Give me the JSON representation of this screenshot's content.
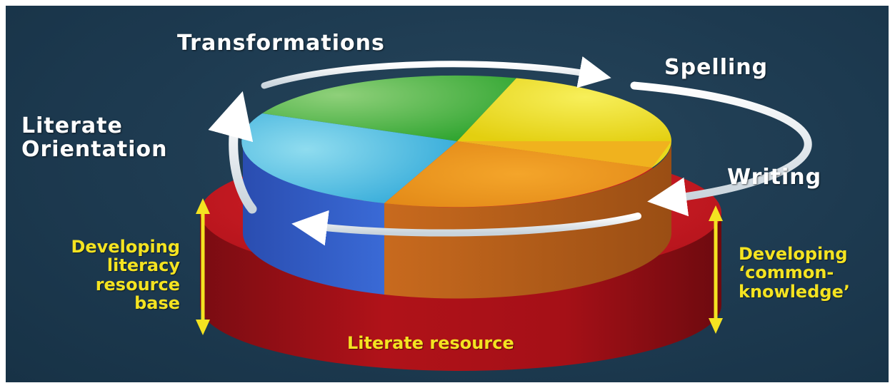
{
  "labels": {
    "transformations": "Transformations",
    "spelling": "Spelling",
    "literate_orientation": [
      "Literate",
      "Orientation"
    ],
    "writing": "Writing",
    "developing_left": [
      "Developing",
      "literacy",
      "resource",
      "base"
    ],
    "developing_right": [
      "Developing",
      "‘common-",
      "knowledge’"
    ],
    "literate_resource": "Literate resource"
  },
  "colors": {
    "background": "#1d3a50",
    "base_disk": "#b5141c",
    "green": "#45b23a",
    "yellow": "#eadf1e",
    "orange": "#e9921d",
    "cyan": "#4cc2dd",
    "blue": "#2f5cc4",
    "brown": "#c0651e",
    "arrow_yellow": "#f4e321",
    "label_yellow": "#f4e321"
  }
}
